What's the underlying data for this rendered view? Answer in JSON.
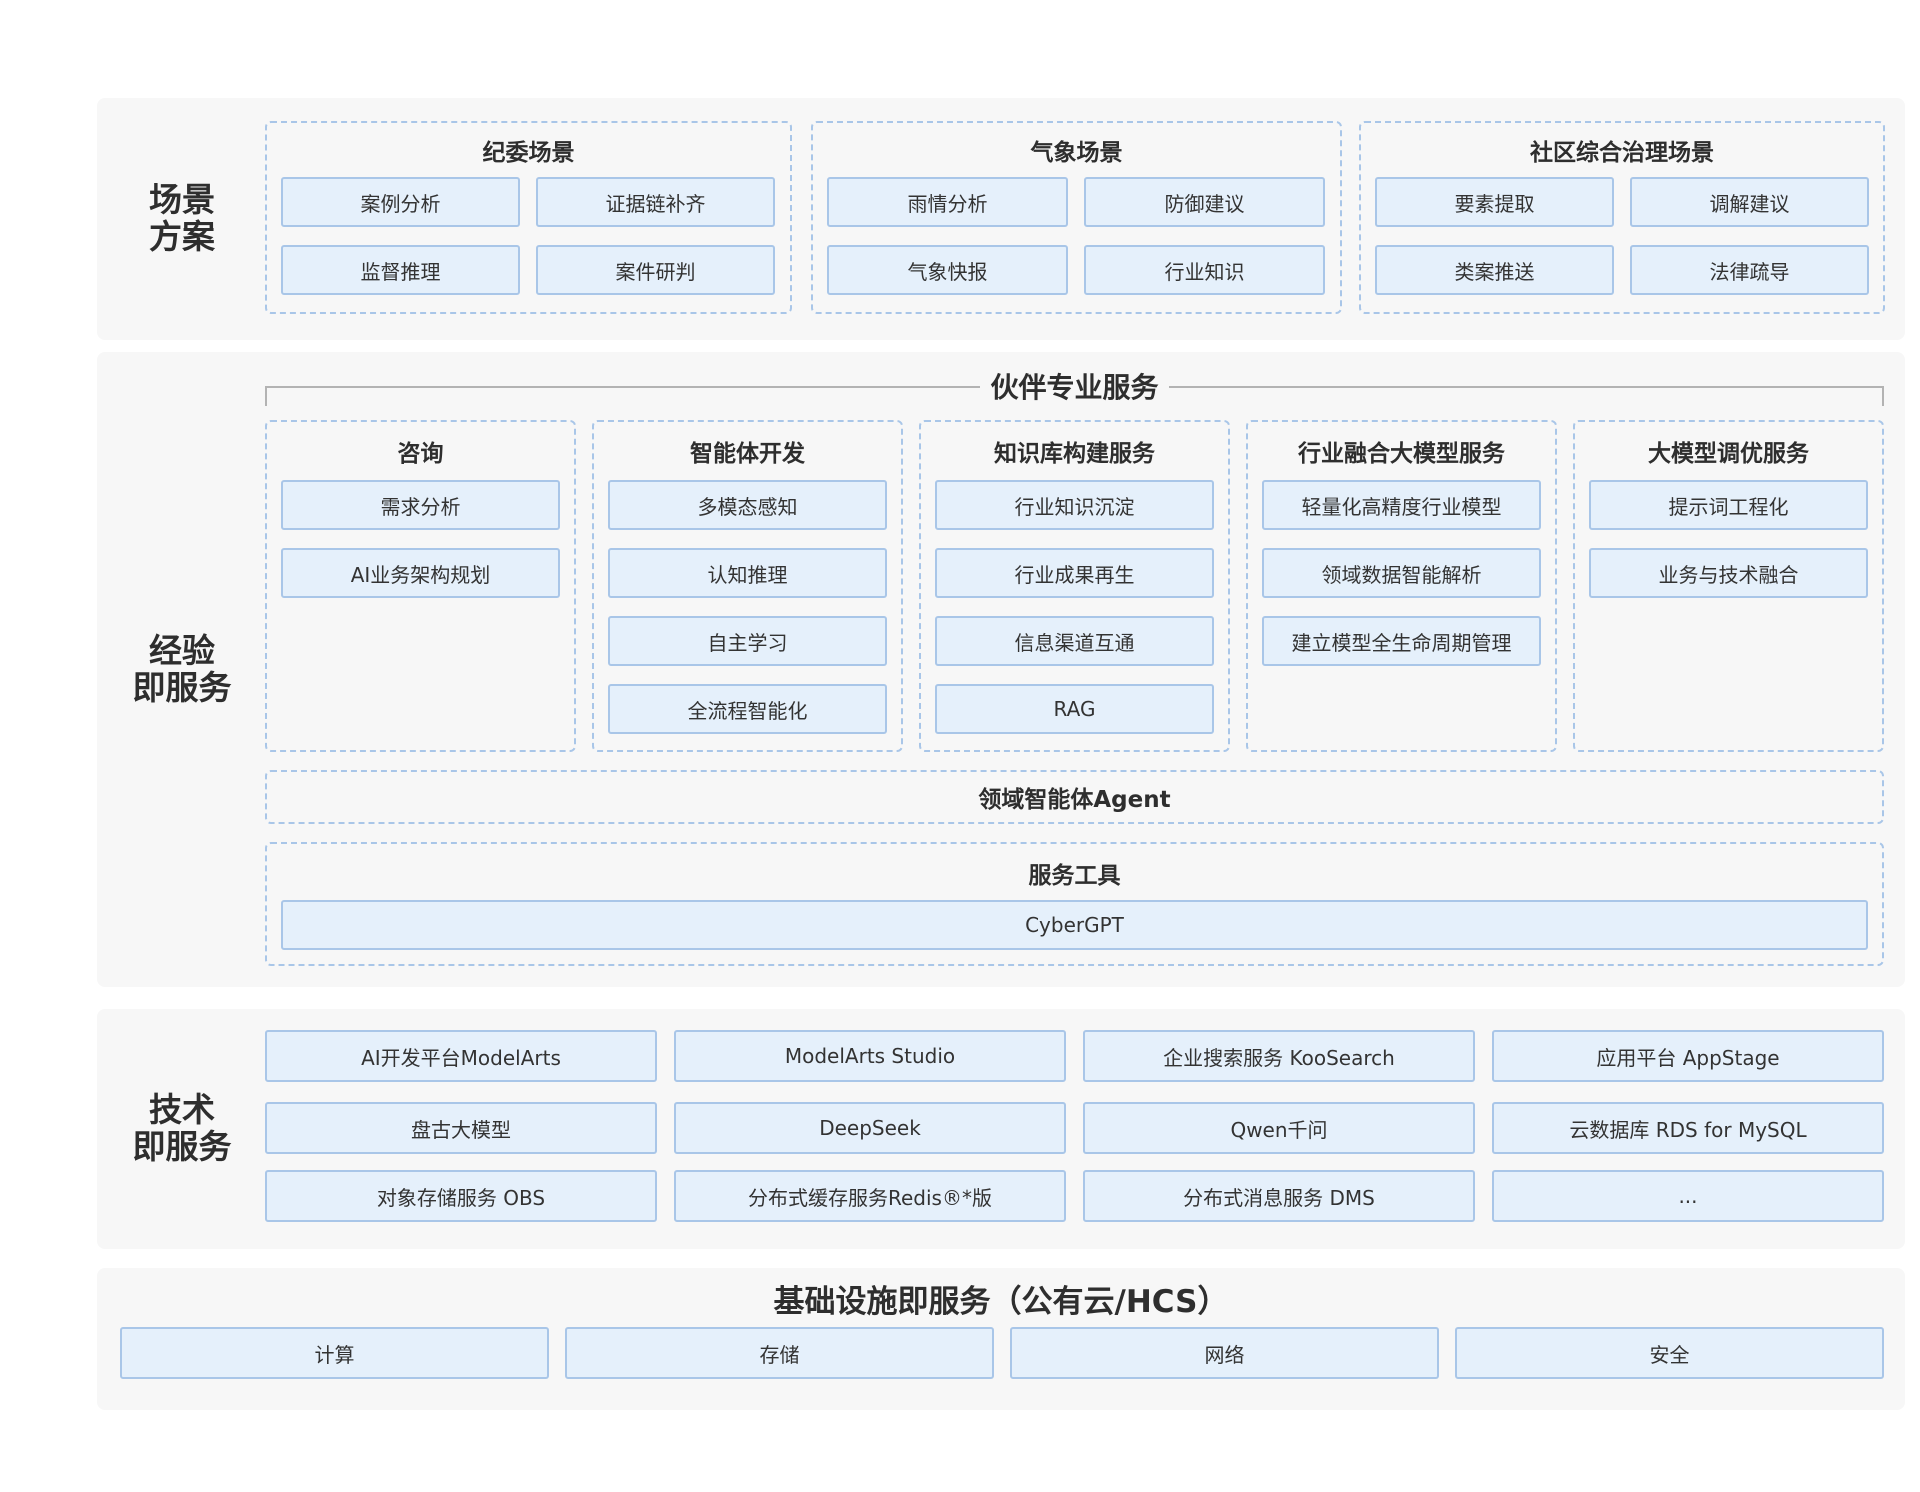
{
  "scenario": {
    "label": "场景\n方案",
    "groups": [
      {
        "title": "纪委场景",
        "items": [
          "案例分析",
          "证据链补齐",
          "监督推理",
          "案件研判"
        ]
      },
      {
        "title": "气象场景",
        "items": [
          "雨情分析",
          "防御建议",
          "气象快报",
          "行业知识"
        ]
      },
      {
        "title": "社区综合治理场景",
        "items": [
          "要素提取",
          "调解建议",
          "类案推送",
          "法律疏导"
        ]
      }
    ]
  },
  "experience": {
    "label": "经验\n即服务",
    "partner_title": "伙伴专业服务",
    "groups": [
      {
        "title": "咨询",
        "items": [
          "需求分析",
          "AI业务架构规划"
        ]
      },
      {
        "title": "智能体开发",
        "items": [
          "多模态感知",
          "认知推理",
          "自主学习",
          "全流程智能化"
        ]
      },
      {
        "title": "知识库构建服务",
        "items": [
          "行业知识沉淀",
          "行业成果再生",
          "信息渠道互通",
          "RAG"
        ]
      },
      {
        "title": "行业融合大模型服务",
        "items": [
          "轻量化高精度行业模型",
          "领域数据智能解析",
          "建立模型全生命周期管理"
        ]
      },
      {
        "title": "大模型调优服务",
        "items": [
          "提示词工程化",
          "业务与技术融合"
        ]
      }
    ],
    "agent_title": "领域智能体Agent",
    "tools_title": "服务工具",
    "tools_item": "CyberGPT"
  },
  "technology": {
    "label": "技术\n即服务",
    "rows": [
      [
        "AI开发平台ModelArts",
        "ModelArts Studio",
        "企业搜索服务 KooSearch",
        "应用平台 AppStage"
      ],
      [
        "盘古大模型",
        "DeepSeek",
        "Qwen千问",
        "云数据库 RDS for MySQL"
      ],
      [
        "对象存储服务 OBS",
        "分布式缓存服务Redis®*版",
        "分布式消息服务 DMS",
        "..."
      ]
    ]
  },
  "infrastructure": {
    "title": "基础设施即服务（公有云/HCS）",
    "items": [
      "计算",
      "存储",
      "网络",
      "安全"
    ]
  }
}
